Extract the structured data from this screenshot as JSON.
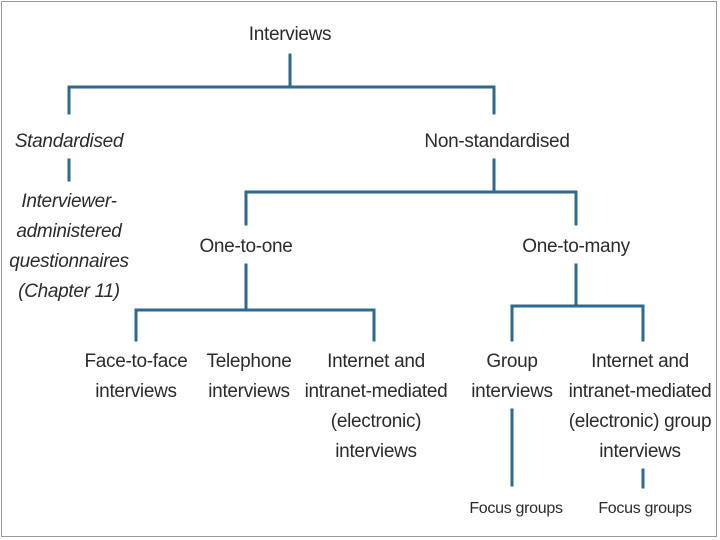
{
  "colors": {
    "connector": "#2e6a8e",
    "text": "#2b2b2b",
    "border": "#9a9a9a"
  },
  "root": {
    "label": "Interviews"
  },
  "standardised": {
    "label": "Standardised",
    "child_lines": [
      "Interviewer-",
      "administered",
      "questionnaires",
      "(Chapter 11)"
    ]
  },
  "non_standardised": {
    "label": "Non-standardised"
  },
  "one_to_one": {
    "label": "One-to-one",
    "children": [
      {
        "lines": [
          "Face-to-face",
          "interviews"
        ]
      },
      {
        "lines": [
          "Telephone",
          "interviews"
        ]
      },
      {
        "lines": [
          "Internet and",
          "intranet-mediated",
          "(electronic)",
          "interviews"
        ]
      }
    ]
  },
  "one_to_many": {
    "label": "One-to-many",
    "children": [
      {
        "lines": [
          "Group",
          "interviews"
        ],
        "sub": "Focus groups"
      },
      {
        "lines": [
          "Internet and",
          "intranet-mediated",
          "(electronic) group",
          "interviews"
        ],
        "sub": "Focus groups"
      }
    ]
  }
}
